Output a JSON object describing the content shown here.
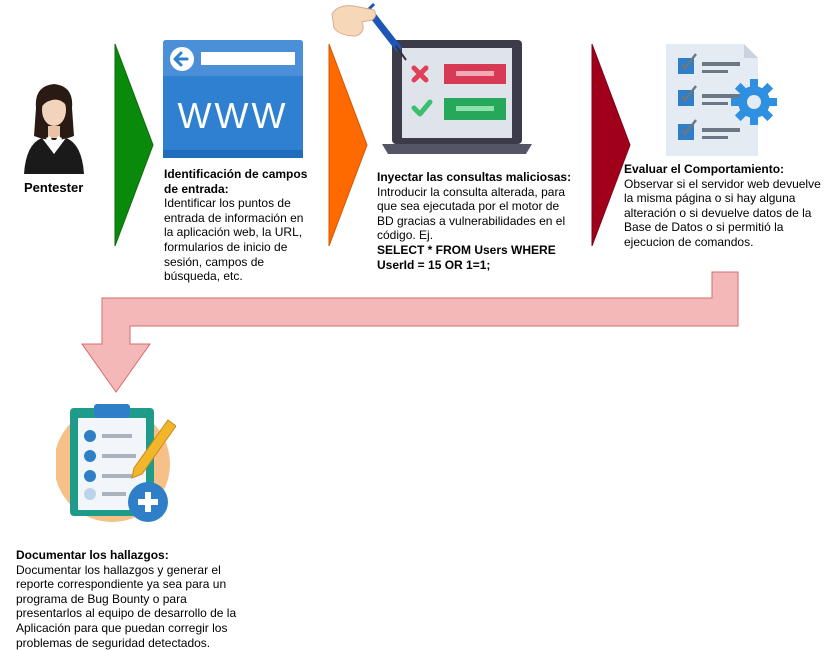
{
  "pentester": {
    "label": "Pentester"
  },
  "steps": [
    {
      "title": "Identificación de campos de entrada:",
      "body": "Identificar los puntos de entrada de información en la aplicación web, la URL, formularios de inicio de sesión, campos de búsqueda, etc.",
      "icon_text": "WWW"
    },
    {
      "title": "Inyectar las consultas maliciosas:",
      "body": "Introducir la consulta alterada, para que sea ejecutada por el motor de BD gracias a vulnerabilidades en el código. Ej.",
      "code": "SELECT * FROM Users WHERE UserId = 15 OR 1=1;"
    },
    {
      "title": "Evaluar el Comportamiento:",
      "body": "Observar si el servidor web devuelve la misma página o si hay alguna alteración o si devuelve datos de la Base de Datos o si permitió la ejecucion de comandos."
    },
    {
      "title": "Documentar los hallazgos:",
      "body": "Documentar los hallazgos y generar el reporte correspondiente ya sea para un programa de Bug Bounty o para presentarlos al equipo de desarrollo de la Aplicación para que puedan corregir los problemas de seguridad detectados."
    }
  ],
  "colors": {
    "arrow1": "#0a8a0a",
    "arrow2": "#ff6a00",
    "arrow3": "#a0001a",
    "return_arrow_fill": "#f5b8b8",
    "return_arrow_stroke": "#d96b6b",
    "browser_blue": "#2f80d1"
  }
}
